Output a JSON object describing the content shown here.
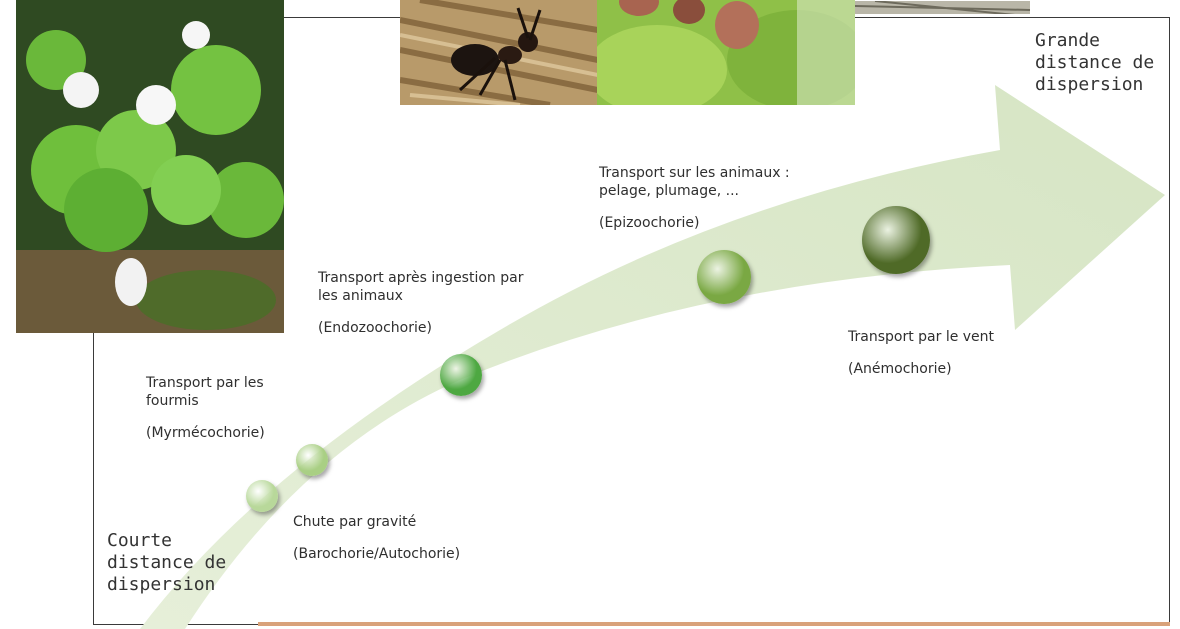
{
  "title": {
    "start_lines": [
      "Courte",
      "distance de",
      "dispersion"
    ],
    "end_lines": [
      "Grande",
      "distance de",
      "dispersion"
    ]
  },
  "stages": [
    {
      "name_lines": [
        "Chute par gravité"
      ],
      "term": "(Barochorie/Autochorie)",
      "color": "#b8d89a"
    },
    {
      "name_lines": [
        "Transport par les",
        "fourmis"
      ],
      "term": "(Myrmécochorie)",
      "color": "#a9cf84"
    },
    {
      "name_lines": [
        "Transport après ingestion par",
        "les animaux"
      ],
      "term": "(Endozoochorie)",
      "color": "#4ea842"
    },
    {
      "name_lines": [
        "Transport sur les animaux :",
        "pelage, plumage, ..."
      ],
      "term": "(Epizoochorie)",
      "color": "#7aa843"
    },
    {
      "name_lines": [
        "Transport par le vent"
      ],
      "term": "(Anémochorie)",
      "color": "#4f6a27"
    }
  ],
  "colors": {
    "arrow": "#dde9cf",
    "frame": "#3a3a3a"
  },
  "photos": [
    "clover-flower-photo",
    "ant-photo",
    "berries-photo",
    "dry-plant-photo"
  ]
}
